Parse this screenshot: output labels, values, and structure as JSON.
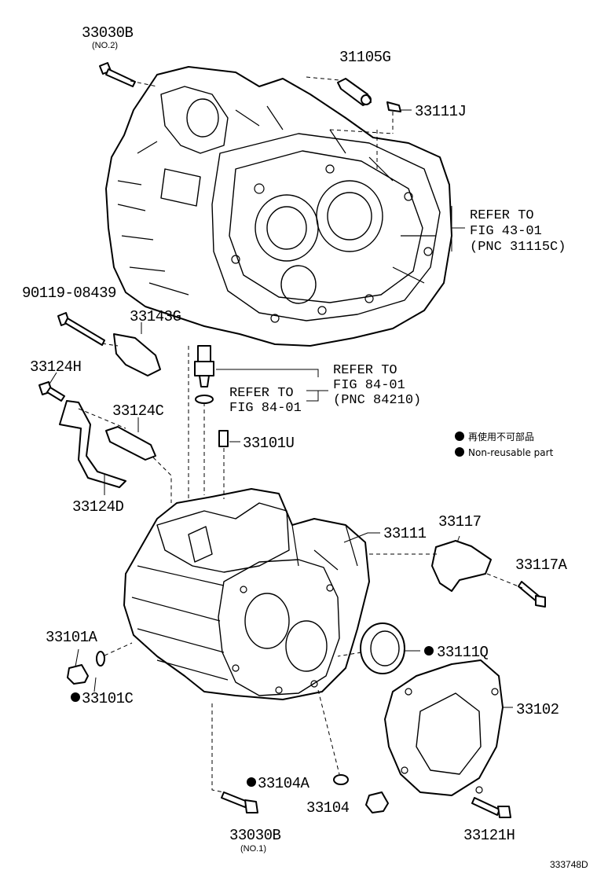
{
  "labels": {
    "p33030B_top": "33030B",
    "p33030B_top_sub": "(NO.2)",
    "p31105G": "31105G",
    "p33111J": "33111J",
    "p90119": "90119-08439",
    "p33143G": "33143G",
    "p33124H": "33124H",
    "p33124C": "33124C",
    "p33124D": "33124D",
    "p33101U": "33101U",
    "p33111": "33111",
    "p33117": "33117",
    "p33117A": "33117A",
    "p33101A": "33101A",
    "p33101C": "33101C",
    "p33111Q": "33111Q",
    "p33102": "33102",
    "p33104A": "33104A",
    "p33104": "33104",
    "p33030B_bot": "33030B",
    "p33030B_bot_sub": "(NO.1)",
    "p33121H": "33121H"
  },
  "refs": {
    "ref43": [
      "REFER TO",
      "FIG 43-01",
      "(PNC 31115C)"
    ],
    "ref84a": [
      "REFER TO",
      "FIG 84-01"
    ],
    "ref84b": [
      "REFER TO",
      "FIG 84-01",
      "(PNC 84210)"
    ]
  },
  "legend": {
    "jp": "再使用不可部品",
    "en": "Non-reusable part"
  },
  "figure_id": "333748D"
}
